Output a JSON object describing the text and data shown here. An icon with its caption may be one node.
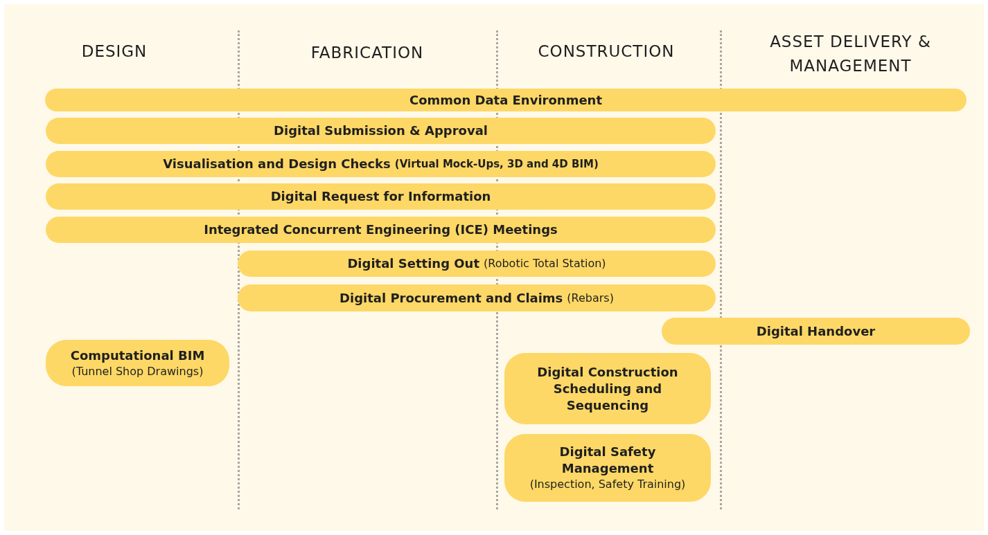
{
  "diagram": {
    "nodes": [
      {
        "text": [
          "Common Data Environment"
        ]
      },
      {
        "text": [
          "Digital Submission & Approval"
        ]
      },
      {
        "text": [
          "Visualisation and Design Checks",
          "(Virtual Mock-Ups, 3D and 4D BIM)"
        ]
      },
      {
        "text": [
          "Digital Request for Information"
        ]
      },
      {
        "text": [
          "Integrated Concurrent Engineering (ICE) Meetings"
        ]
      },
      {
        "text": [
          "Digital Setting Out",
          "(Robotic Total Station)"
        ]
      },
      {
        "text": [
          "Digital Procurement and Claims",
          "(Rebars)"
        ]
      },
      {
        "text": [
          "Digital Handover"
        ]
      },
      {
        "text": [
          "Computational BIM",
          "(Tunnel Shop Drawings)"
        ]
      },
      {
        "text": [
          "Digital Construction Scheduling and Sequencing"
        ]
      },
      {
        "text": [
          "Digital Safety Management",
          "(Inspection, Safety Training)"
        ]
      }
    ],
    "edges": [],
    "labels": [
      "DESIGN",
      "FABRICATION",
      "CONSTRUCTION",
      "ASSET DELIVERY & MANAGEMENT"
    ]
  }
}
